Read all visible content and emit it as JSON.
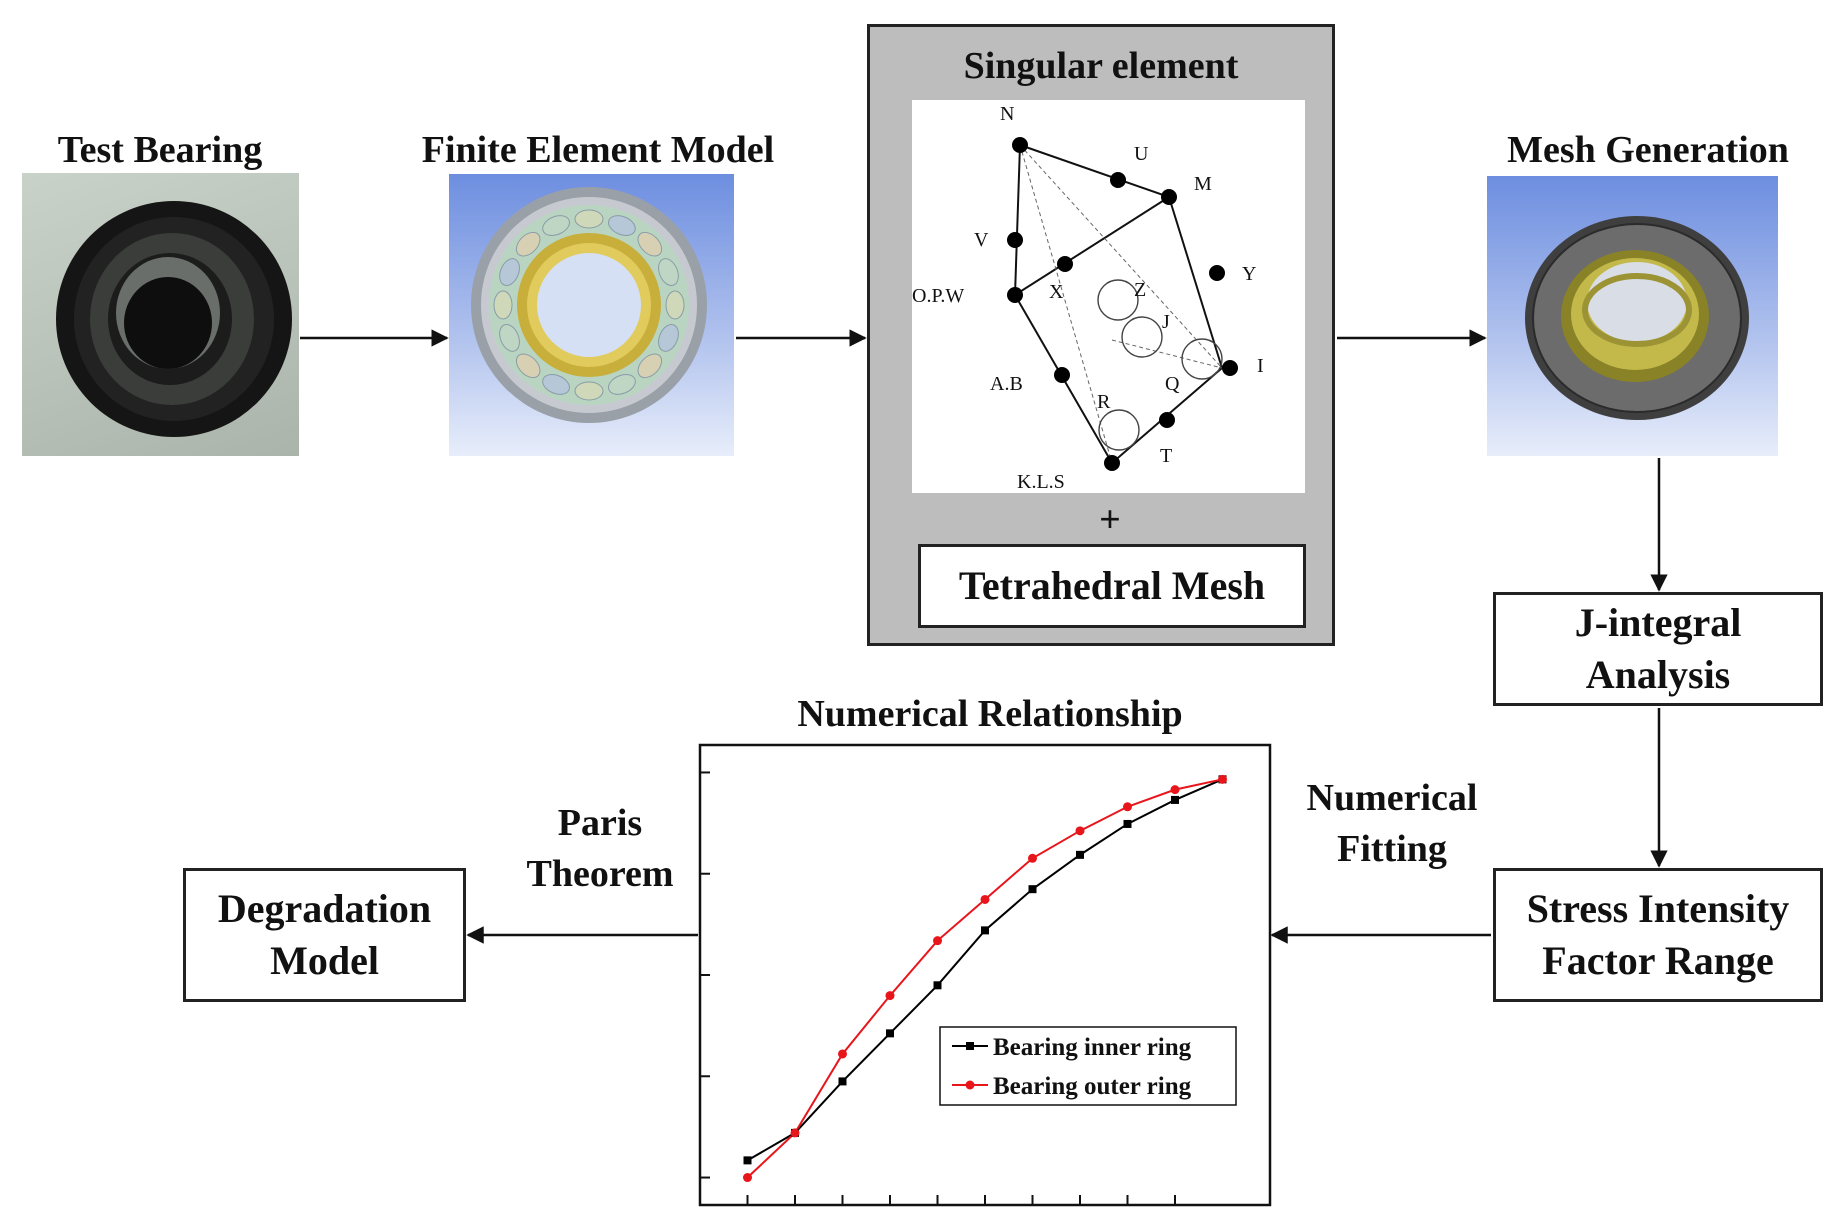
{
  "stages": {
    "test_bearing": "Test Bearing",
    "fem": "Finite Element Model",
    "singular": "Singular  element",
    "tetra": "Tetrahedral Mesh",
    "plus": "+",
    "mesh_gen": "Mesh Generation",
    "jintegral_1": "J-integral",
    "jintegral_2": "Analysis",
    "sif_1": "Stress Intensity",
    "sif_2": "Factor Range",
    "numrel": "Numerical Relationship",
    "degr_1": "Degradation",
    "degr_2": "Model"
  },
  "edges": {
    "paris_1": "Paris",
    "paris_2": "Theorem",
    "fit_1": "Numerical",
    "fit_2": "Fitting"
  },
  "element_nodes": [
    "N",
    "U",
    "M",
    "V",
    "O.P.W",
    "X",
    "Z",
    "J",
    "Y",
    "I",
    "Q",
    "A.B",
    "R",
    "T",
    "K.L.S"
  ],
  "chart_data": {
    "type": "line",
    "title": "Numerical Relationship",
    "xlabel": "",
    "ylabel": "",
    "x": [
      1,
      2,
      3,
      4,
      5,
      6,
      7,
      8,
      9,
      10,
      11
    ],
    "series": [
      {
        "name": "Bearing inner ring",
        "color": "#000000",
        "values": [
          0.05,
          0.13,
          0.28,
          0.42,
          0.56,
          0.72,
          0.84,
          0.94,
          1.03,
          1.1,
          1.16
        ]
      },
      {
        "name": "Bearing outer ring",
        "color": "#e8151b",
        "values": [
          0.0,
          0.13,
          0.36,
          0.53,
          0.69,
          0.81,
          0.93,
          1.01,
          1.08,
          1.13,
          1.16
        ]
      }
    ],
    "ylim": [
      -0.08,
      1.26
    ],
    "xlim": [
      0,
      12
    ],
    "grid": false,
    "legend": "lower-right"
  }
}
